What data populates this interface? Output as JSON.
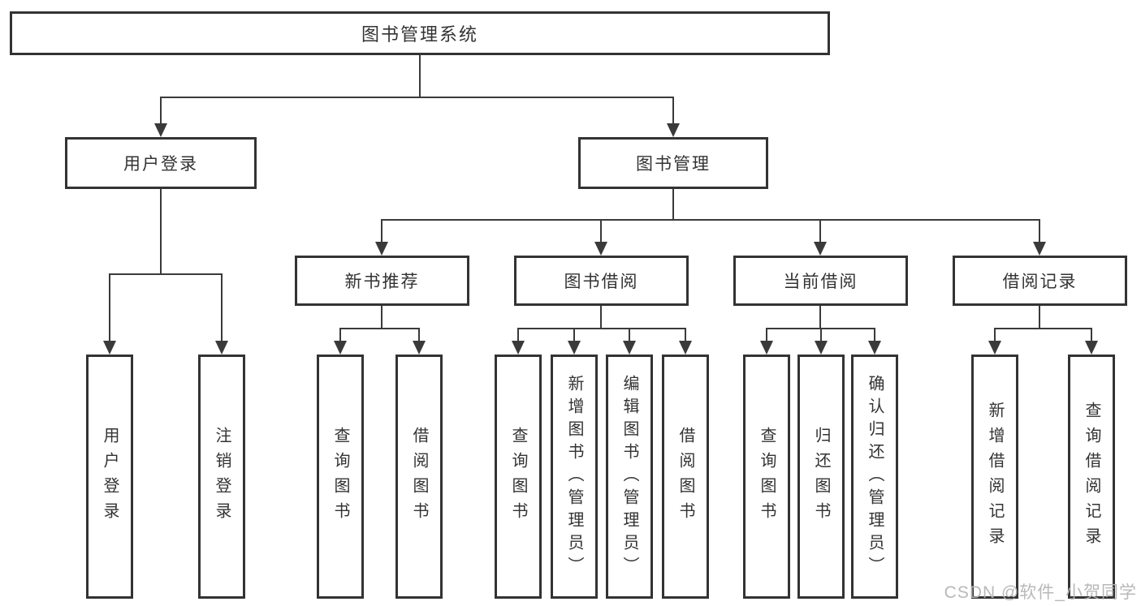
{
  "diagram": {
    "root": {
      "label": "图书管理系统"
    },
    "branches": [
      {
        "label": "用户登录",
        "children": [
          {
            "label": "用户登录"
          },
          {
            "label": "注销登录"
          }
        ]
      },
      {
        "label": "图书管理",
        "children": [
          {
            "label": "新书推荐",
            "children": [
              {
                "label": "查询图书"
              },
              {
                "label": "借阅图书"
              }
            ]
          },
          {
            "label": "图书借阅",
            "children": [
              {
                "label": "查询图书"
              },
              {
                "label": "新增图书（管理员）"
              },
              {
                "label": "编辑图书（管理员）"
              },
              {
                "label": "借阅图书"
              }
            ]
          },
          {
            "label": "当前借阅",
            "children": [
              {
                "label": "查询图书"
              },
              {
                "label": "归还图书"
              },
              {
                "label": "确认归还（管理员）"
              }
            ]
          },
          {
            "label": "借阅记录",
            "children": [
              {
                "label": "新增借阅记录"
              },
              {
                "label": "查询借阅记录"
              }
            ]
          }
        ]
      }
    ]
  },
  "watermark": {
    "text": "CSDN @软件_小贺同学"
  },
  "colors": {
    "line": "#3a3a3a",
    "box_border": "#333333",
    "text": "#333333",
    "background": "#ffffff",
    "watermark": "#b3b3b3"
  }
}
